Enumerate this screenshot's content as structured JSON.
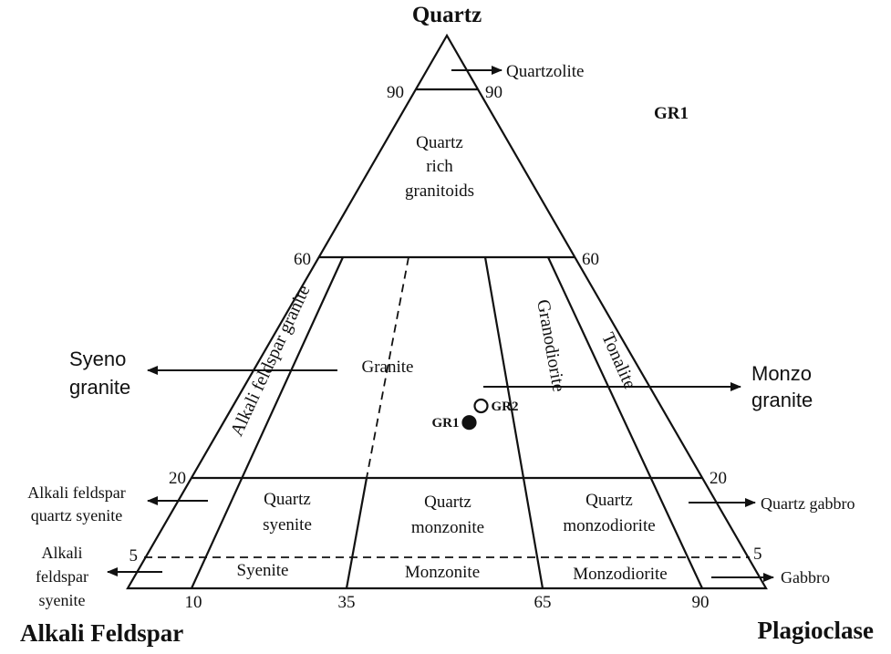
{
  "vertices": {
    "top": "Quartz",
    "left": "Alkali Feldspar",
    "right": "Plagioclase"
  },
  "ticks": {
    "left_90": "90",
    "right_90": "90",
    "left_60": "60",
    "right_60": "60",
    "left_20": "20",
    "right_20": "20",
    "left_5": "5",
    "right_5": "5",
    "bottom_10": "10",
    "bottom_35": "35",
    "bottom_65": "65",
    "bottom_90": "90"
  },
  "fields": {
    "quartz_rich": [
      "Quartz",
      "rich",
      "granitoids"
    ],
    "alkali_feldspar_granite": "Alkali feldspar granite",
    "granite": "Granite",
    "granodiorite": "Granodiorite",
    "tonalite": "Tonalite",
    "quartz_syenite": [
      "Quartz",
      "syenite"
    ],
    "quartz_monzonite": [
      "Quartz",
      "monzonite"
    ],
    "quartz_monzodiorite": [
      "Quartz",
      "monzodiorite"
    ],
    "syenite": "Syenite",
    "monzonite": "Monzonite",
    "monzodiorite": "Monzodiorite"
  },
  "outside_labels": {
    "quartzolite": "Quartzolite",
    "syeno_granite": [
      "Syeno",
      "granite"
    ],
    "monzo_granite": [
      "Monzo",
      "granite"
    ],
    "alkali_feldspar_quartz_syenite": [
      "Alkali feldspar",
      "quartz syenite"
    ],
    "quartz_gabbro": "Quartz gabbro",
    "alkali_feldspar_syenite": [
      "Alkali",
      "feldspar",
      "syenite"
    ],
    "gabbro": "Gabbro"
  },
  "legend_label": "GR1",
  "samples": [
    {
      "name": "GR1",
      "style": "filled",
      "Q": 30,
      "P_ratio": 55
    },
    {
      "name": "GR2",
      "style": "open",
      "Q": 33,
      "P_ratio": 58
    }
  ]
}
